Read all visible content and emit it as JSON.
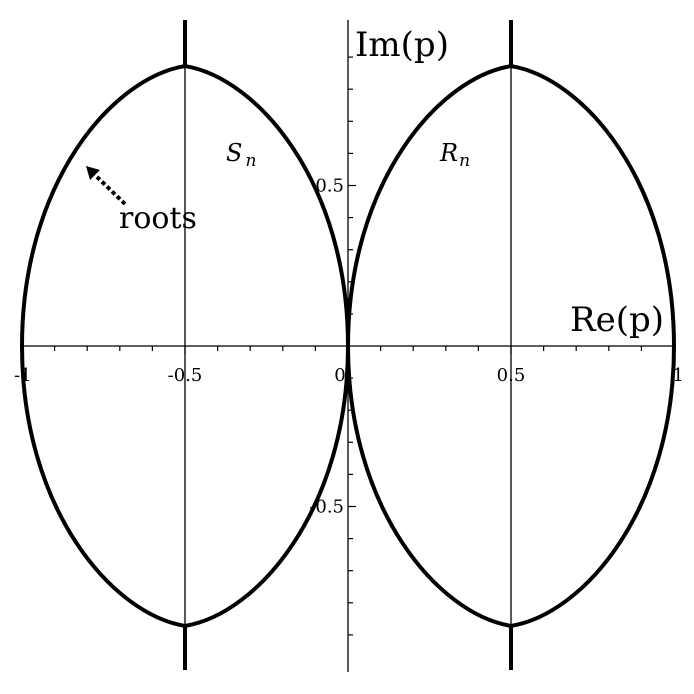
{
  "chart_data": {
    "type": "diagram",
    "xlabel": "Re(p)",
    "ylabel": "Im(p)",
    "xlim": [
      -1,
      1
    ],
    "ylim": [
      -1,
      1
    ],
    "x_ticks": [
      {
        "value": -1,
        "label": "-1"
      },
      {
        "value": -0.5,
        "label": "-0.5"
      },
      {
        "value": 0,
        "label": "0"
      },
      {
        "value": 0.5,
        "label": "0.5"
      },
      {
        "value": 1,
        "label": "1"
      }
    ],
    "y_ticks": [
      {
        "value": 0.5,
        "label": "0.5"
      },
      {
        "value": -0.5,
        "label": "-0.5"
      }
    ],
    "vertical_lines": [
      -0.5,
      0.5
    ],
    "vertical_line_ends": 0.872,
    "curves": [
      {
        "name": "S_n",
        "center": -0.5,
        "half_width": 0.5,
        "half_height": 0.872
      },
      {
        "name": "R_n",
        "center": 0.5,
        "half_width": 0.5,
        "half_height": 0.872
      }
    ],
    "labels": {
      "s_main": "S",
      "s_sub": "n",
      "r_main": "R",
      "r_sub": "n",
      "roots": "roots"
    },
    "roots_arrow_target": {
      "x": -0.81,
      "y": 0.55
    }
  }
}
